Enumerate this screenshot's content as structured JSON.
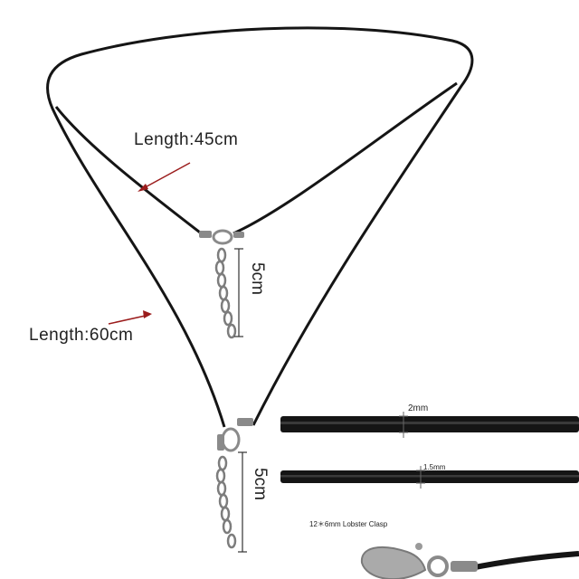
{
  "labels": {
    "length_45": "Length:45cm",
    "length_60": "Length:60cm",
    "ext_top": "5cm",
    "ext_bottom": "5cm",
    "width_2": "2mm",
    "width_15": "1.5mm",
    "clasp": "12＊6mm Lobster Clasp"
  },
  "colors": {
    "background": "#ffffff",
    "cord": "#151515",
    "pointer": "#9b1c1c",
    "metal": "#8a8a8a",
    "text": "#222222"
  }
}
